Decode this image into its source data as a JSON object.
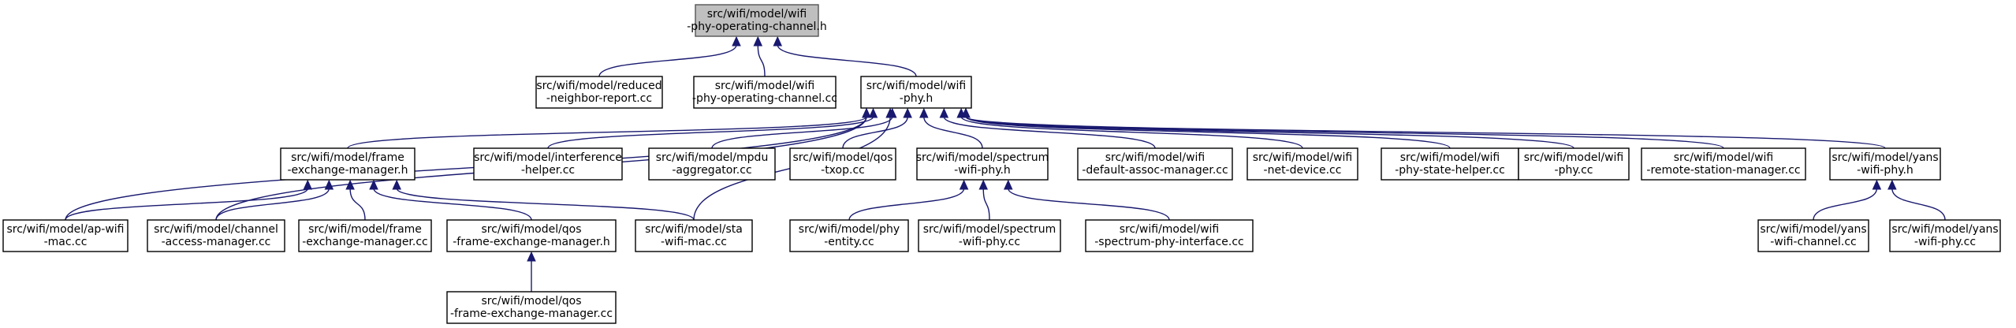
{
  "nodes": [
    {
      "id": "root",
      "lines": [
        "src/wifi/model/wifi",
        "-phy-operating-channel.h"
      ],
      "root": true
    },
    {
      "id": "reduced",
      "lines": [
        "src/wifi/model/reduced",
        "-neighbor-report.cc"
      ]
    },
    {
      "id": "phyopcc",
      "lines": [
        "src/wifi/model/wifi",
        "-phy-operating-channel.cc"
      ]
    },
    {
      "id": "wifiphyh",
      "lines": [
        "src/wifi/model/wifi",
        "-phy.h"
      ]
    },
    {
      "id": "fem",
      "lines": [
        "src/wifi/model/frame",
        "-exchange-manager.h"
      ]
    },
    {
      "id": "interf",
      "lines": [
        "src/wifi/model/interference",
        "-helper.cc"
      ]
    },
    {
      "id": "mpdu",
      "lines": [
        "src/wifi/model/mpdu",
        "-aggregator.cc"
      ]
    },
    {
      "id": "qostxop",
      "lines": [
        "src/wifi/model/qos",
        "-txop.cc"
      ]
    },
    {
      "id": "spectrumh",
      "lines": [
        "src/wifi/model/spectrum",
        "-wifi-phy.h"
      ]
    },
    {
      "id": "defassoc",
      "lines": [
        "src/wifi/model/wifi",
        "-default-assoc-manager.cc"
      ]
    },
    {
      "id": "netdev",
      "lines": [
        "src/wifi/model/wifi",
        "-net-device.cc"
      ]
    },
    {
      "id": "statehelper",
      "lines": [
        "src/wifi/model/wifi",
        "-phy-state-helper.cc"
      ]
    },
    {
      "id": "phycc",
      "lines": [
        "src/wifi/model/wifi",
        "-phy.cc"
      ]
    },
    {
      "id": "remote",
      "lines": [
        "src/wifi/model/wifi",
        "-remote-station-manager.cc"
      ]
    },
    {
      "id": "yansh",
      "lines": [
        "src/wifi/model/yans",
        "-wifi-phy.h"
      ]
    },
    {
      "id": "apwifi",
      "lines": [
        "src/wifi/model/ap-wifi",
        "-mac.cc"
      ]
    },
    {
      "id": "chanacc",
      "lines": [
        "src/wifi/model/channel",
        "-access-manager.cc"
      ]
    },
    {
      "id": "femcc",
      "lines": [
        "src/wifi/model/frame",
        "-exchange-manager.cc"
      ]
    },
    {
      "id": "qosfemh",
      "lines": [
        "src/wifi/model/qos",
        "-frame-exchange-manager.h"
      ]
    },
    {
      "id": "stawifi",
      "lines": [
        "src/wifi/model/sta",
        "-wifi-mac.cc"
      ]
    },
    {
      "id": "phyentity",
      "lines": [
        "src/wifi/model/phy",
        "-entity.cc"
      ]
    },
    {
      "id": "spectrumcc",
      "lines": [
        "src/wifi/model/spectrum",
        "-wifi-phy.cc"
      ]
    },
    {
      "id": "specif",
      "lines": [
        "src/wifi/model/wifi",
        "-spectrum-phy-interface.cc"
      ]
    },
    {
      "id": "yanschan",
      "lines": [
        "src/wifi/model/yans",
        "-wifi-channel.cc"
      ]
    },
    {
      "id": "yansphycc",
      "lines": [
        "src/wifi/model/yans",
        "-wifi-phy.cc"
      ]
    },
    {
      "id": "qosfemcc",
      "lines": [
        "src/wifi/model/qos",
        "-frame-exchange-manager.cc"
      ]
    }
  ],
  "edges": [
    [
      "reduced",
      "root"
    ],
    [
      "phyopcc",
      "root"
    ],
    [
      "wifiphyh",
      "root"
    ],
    [
      "fem",
      "wifiphyh"
    ],
    [
      "interf",
      "wifiphyh"
    ],
    [
      "mpdu",
      "wifiphyh"
    ],
    [
      "qostxop",
      "wifiphyh"
    ],
    [
      "spectrumh",
      "wifiphyh"
    ],
    [
      "defassoc",
      "wifiphyh"
    ],
    [
      "netdev",
      "wifiphyh"
    ],
    [
      "statehelper",
      "wifiphyh"
    ],
    [
      "phycc",
      "wifiphyh"
    ],
    [
      "remote",
      "wifiphyh"
    ],
    [
      "yansh",
      "wifiphyh"
    ],
    [
      "apwifi",
      "wifiphyh"
    ],
    [
      "chanacc",
      "wifiphyh"
    ],
    [
      "stawifi",
      "wifiphyh"
    ],
    [
      "apwifi",
      "fem"
    ],
    [
      "chanacc",
      "fem"
    ],
    [
      "femcc",
      "fem"
    ],
    [
      "qosfemh",
      "fem"
    ],
    [
      "stawifi",
      "fem"
    ],
    [
      "phyentity",
      "spectrumh"
    ],
    [
      "spectrumcc",
      "spectrumh"
    ],
    [
      "specif",
      "spectrumh"
    ],
    [
      "yanschan",
      "yansh"
    ],
    [
      "yansphycc",
      "yansh"
    ],
    [
      "qosfemcc",
      "qosfemh"
    ]
  ]
}
